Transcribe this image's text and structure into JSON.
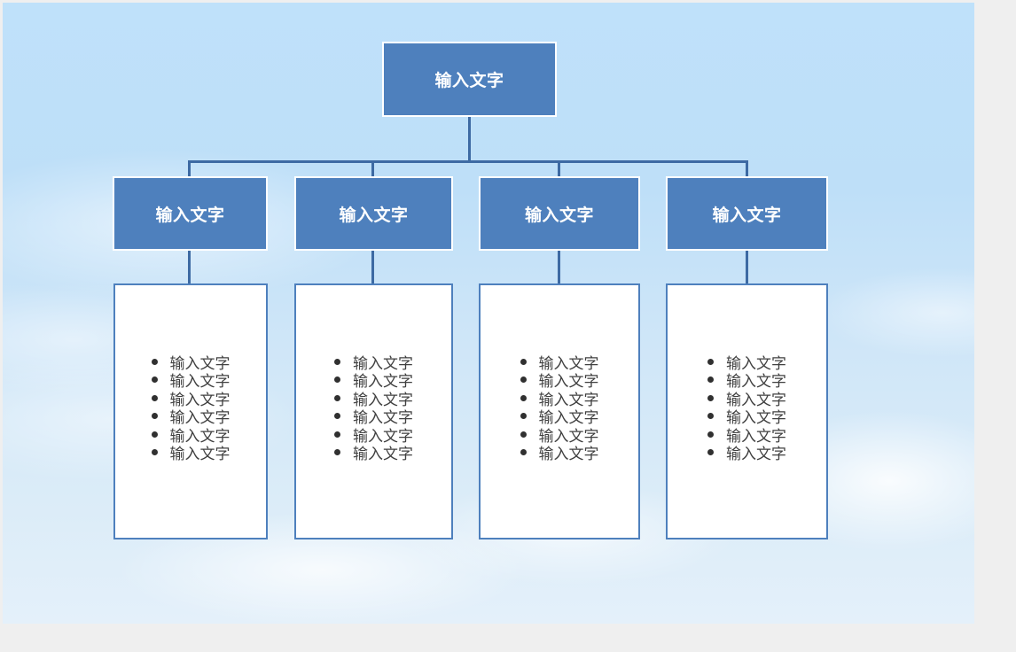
{
  "root": {
    "label": "输入文字"
  },
  "branches": [
    {
      "title": "输入文字",
      "items": [
        "输入文字",
        "输入文字",
        "输入文字",
        "输入文字",
        "输入文字",
        "输入文字"
      ]
    },
    {
      "title": "输入文字",
      "items": [
        "输入文字",
        "输入文字",
        "输入文字",
        "输入文字",
        "输入文字",
        "输入文字"
      ]
    },
    {
      "title": "输入文字",
      "items": [
        "输入文字",
        "输入文字",
        "输入文字",
        "输入文字",
        "输入文字",
        "输入文字"
      ]
    },
    {
      "title": "输入文字",
      "items": [
        "输入文字",
        "输入文字",
        "输入文字",
        "输入文字",
        "输入文字",
        "输入文字"
      ]
    }
  ],
  "colors": {
    "box_fill": "#4e80bd",
    "connector": "#3d6aa3",
    "detail_border": "#4e80bd",
    "background_sky": "#bfe1fa"
  }
}
